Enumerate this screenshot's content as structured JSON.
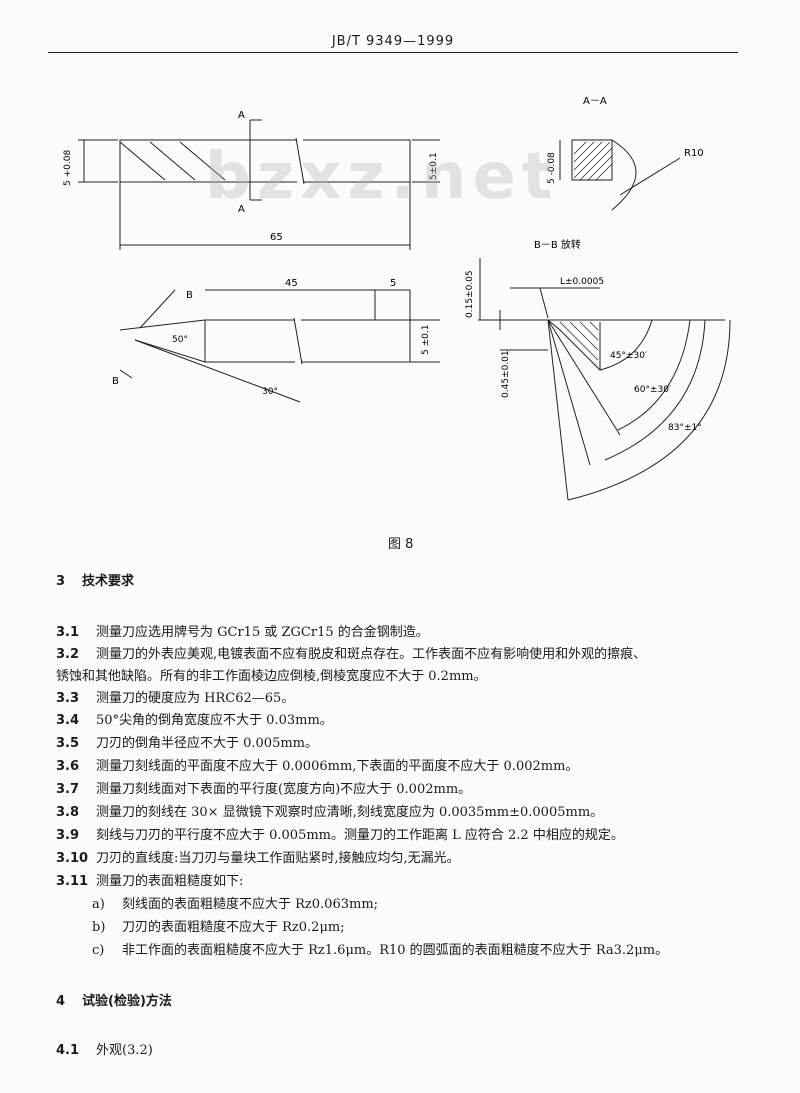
{
  "header": {
    "standard_no": "JB/T 9349—1999"
  },
  "watermark": "bzxz.net",
  "figure": {
    "caption": "图 8",
    "labels": {
      "sec_a": "A",
      "sec_a2": "A",
      "aa_title": "A－A",
      "bb_title": "B－B  放转",
      "dim_65": "65",
      "dim_5_top": "5±0.1",
      "dim_left": "5 +0.08",
      "dim_aa_side": "5 -0.08",
      "r10": "R10",
      "dim_45": "45",
      "dim_5": "5",
      "angle_50": "50°",
      "angle_30": "30°",
      "label_b": "B",
      "label_b2": "B",
      "dim_h": "0.15±0.05",
      "dim_h2": "0.45±0.01",
      "dim_l": "L±0.0005",
      "angle_45": "45°±30′",
      "angle_60": "60°±30′",
      "angle_83": "83°±1°",
      "dim_right_mid": "5 ±0.1"
    }
  },
  "sections": [
    {
      "num": "3",
      "title": "技术要求"
    },
    {
      "num": "4",
      "title": "试验(检验)方法"
    }
  ],
  "clauses": [
    {
      "num": "3.1",
      "text": "测量刀应选用牌号为 GCr15 或 ZGCr15 的合金钢制造。"
    },
    {
      "num": "3.2",
      "text": "测量刀的外表应美观,电镀表面不应有脱皮和斑点存在。工作表面不应有影响使用和外观的擦痕、",
      "cont": "锈蚀和其他缺陷。所有的非工作面棱边应倒棱,倒棱宽度应不大于 0.2mm。"
    },
    {
      "num": "3.3",
      "text": "测量刀的硬度应为 HRC62—65。"
    },
    {
      "num": "3.4",
      "text": "50°尖角的倒角宽度应不大于 0.03mm。"
    },
    {
      "num": "3.5",
      "text": "刀刃的倒角半径应不大于 0.005mm。"
    },
    {
      "num": "3.6",
      "text": "测量刀刻线面的平面度不应大于 0.0006mm,下表面的平面度不应大于 0.002mm。"
    },
    {
      "num": "3.7",
      "text": "测量刀刻线面对下表面的平行度(宽度方向)不应大于 0.002mm。"
    },
    {
      "num": "3.8",
      "text": "测量刀的刻线在 30× 显微镜下观察时应清晰,刻线宽度应为 0.0035mm±0.0005mm。"
    },
    {
      "num": "3.9",
      "text": "刻线与刀刃的平行度不应大于 0.005mm。测量刀的工作距离 L 应符合 2.2 中相应的规定。"
    },
    {
      "num": "3.10",
      "text": "刀刃的直线度:当刀刃与量块工作面贴紧时,接触应均匀,无漏光。"
    },
    {
      "num": "3.11",
      "text": "测量刀的表面粗糙度如下:"
    },
    {
      "num": "4.1",
      "text": "外观(3.2)"
    }
  ],
  "items": [
    {
      "num": "a)",
      "text": "刻线面的表面粗糙度不应大于 Rz0.063mm;"
    },
    {
      "num": "b)",
      "text": "刀刃的表面粗糙度不应大于 Rz0.2μm;"
    },
    {
      "num": "c)",
      "text": "非工作面的表面粗糙度不应大于 Rz1.6μm。R10 的圆弧面的表面粗糙度不应大于 Ra3.2μm。"
    }
  ]
}
